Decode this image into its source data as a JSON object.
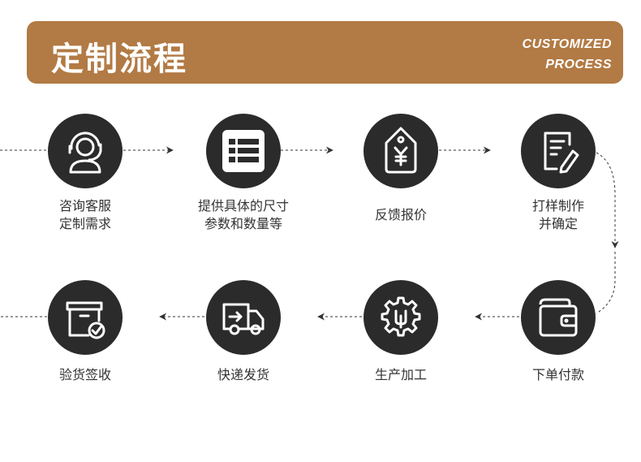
{
  "header": {
    "title": "定制流程",
    "subtitle_line1": "CUSTOMIZED",
    "subtitle_line2": "PROCESS"
  },
  "colors": {
    "banner": "#b27a44",
    "circle": "#2b2b2b",
    "line": "#333333"
  },
  "steps": [
    {
      "line1": "咨询客服",
      "line2": "定制需求",
      "icon": "headset-agent-icon"
    },
    {
      "line1": "提供具体的尺寸",
      "line2": "参数和数量等",
      "icon": "spreadsheet-icon"
    },
    {
      "line1": "反馈报价",
      "line2": "",
      "icon": "price-tag-icon"
    },
    {
      "line1": "打样制作",
      "line2": "并确定",
      "icon": "edit-document-icon"
    },
    {
      "line1": "下单付款",
      "line2": "",
      "icon": "wallet-icon"
    },
    {
      "line1": "生产加工",
      "line2": "",
      "icon": "gear-wrench-icon"
    },
    {
      "line1": "快递发货",
      "line2": "",
      "icon": "delivery-truck-icon"
    },
    {
      "line1": "验货签收",
      "line2": "",
      "icon": "box-check-icon"
    }
  ]
}
